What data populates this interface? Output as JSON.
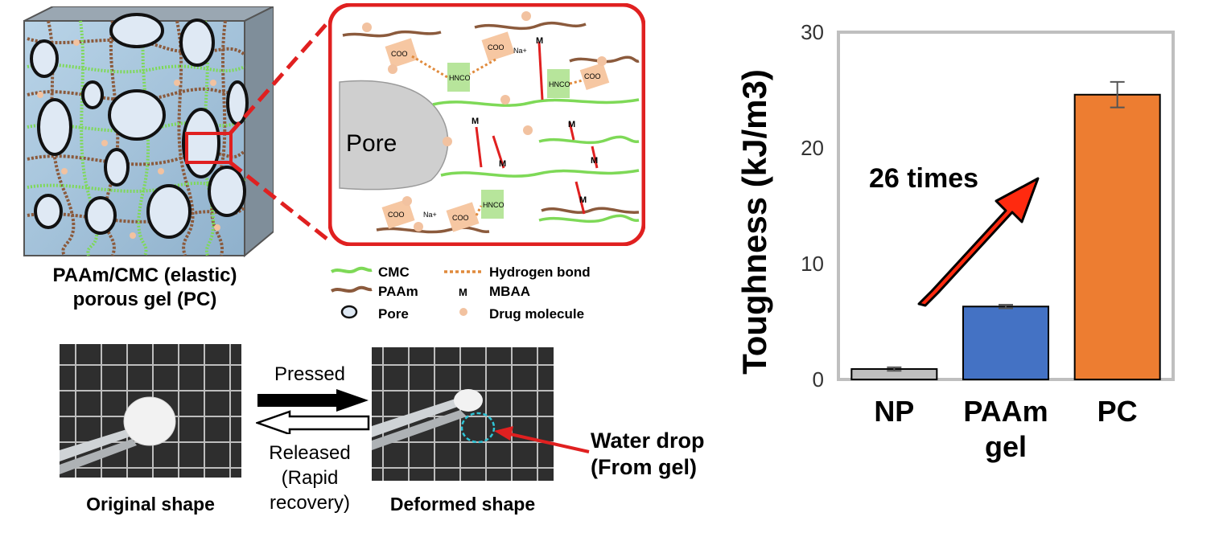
{
  "schematic": {
    "gel_caption_line1": "PAAm/CMC (elastic)",
    "gel_caption_line2": "porous gel (PC)",
    "pore_label": "Pore",
    "crosslink_label": "M",
    "carboxyl_label": "COO",
    "amide_label": "HNCO",
    "sodium_label": "Na+"
  },
  "legend": {
    "cmc": "CMC",
    "paam": "PAAm",
    "pore": "Pore",
    "hbond": "Hydrogen bond",
    "mbaa_symbol": "M",
    "mbaa": "MBAA",
    "drug": "Drug molecule",
    "colors": {
      "cmc": "#7ed957",
      "paam": "#8b5a3c",
      "hbond": "#e08a3c",
      "mbaa": "#e02020",
      "drug": "#f2c2a0"
    }
  },
  "photos": {
    "original_caption": "Original shape",
    "deformed_caption": "Deformed shape",
    "pressed": "Pressed",
    "released_line1": "Released",
    "released_line2": "(Rapid",
    "released_line3": "recovery)",
    "water_line1": "Water drop",
    "water_line2": "(From gel)"
  },
  "chart_data": {
    "type": "bar",
    "categories": [
      "NP",
      "PAAm gel",
      "PC"
    ],
    "category_lines": [
      [
        "NP"
      ],
      [
        "PAAm",
        "gel"
      ],
      [
        "PC"
      ]
    ],
    "values": [
      0.9,
      6.3,
      24.6
    ],
    "errors": [
      0.15,
      0.15,
      1.1
    ],
    "colors": [
      "#bfbfbf",
      "#4472c4",
      "#ed7d31"
    ],
    "ylabel": "Toughness (kJ/m3)",
    "ylim": [
      0,
      30
    ],
    "yticks": [
      0,
      10,
      20,
      30
    ],
    "annotation": "26 times",
    "grid": false
  }
}
